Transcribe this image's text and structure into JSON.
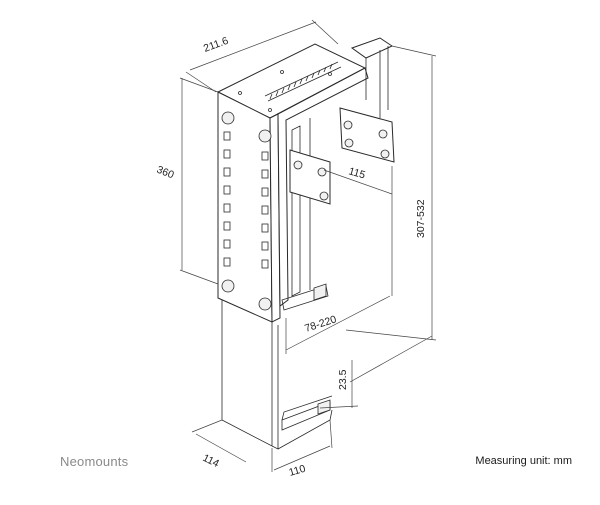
{
  "brand": {
    "name": "Neomounts"
  },
  "footer": {
    "measuring_unit": "Measuring unit: mm"
  },
  "dimensions": {
    "depth": "211.6",
    "height": "360",
    "bracket_depth": "115",
    "total_height": "307-532",
    "width_range": "78-220",
    "foot_height": "23.5",
    "base_depth": "114",
    "base_width": "110"
  }
}
